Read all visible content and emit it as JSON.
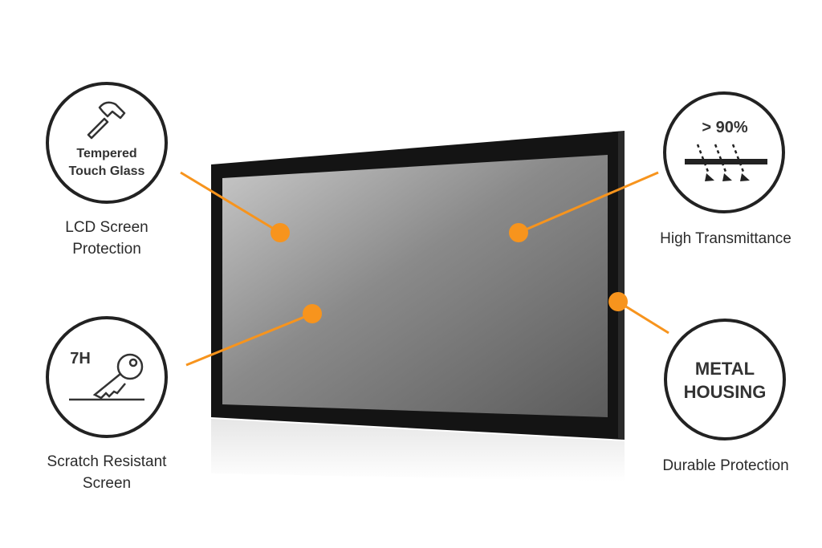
{
  "features": [
    {
      "badge_lines": [
        "Tempered",
        "Touch Glass"
      ],
      "icon": "hammer-icon",
      "caption_lines": [
        "LCD Screen",
        "Protection"
      ]
    },
    {
      "badge_lines": [
        "7H"
      ],
      "icon": "key-icon",
      "caption_lines": [
        "Scratch Resistant",
        "Screen"
      ]
    },
    {
      "badge_lines": [
        "> 90%"
      ],
      "icon": "light-transmission-icon",
      "caption_lines": [
        "High Transmittance"
      ]
    },
    {
      "badge_lines": [
        "METAL",
        "HOUSING"
      ],
      "icon": "",
      "caption_lines": [
        "Durable Protection"
      ]
    }
  ],
  "colors": {
    "accent": "#f7941d",
    "ink": "#2b2b2b",
    "bezel": "#111111"
  }
}
